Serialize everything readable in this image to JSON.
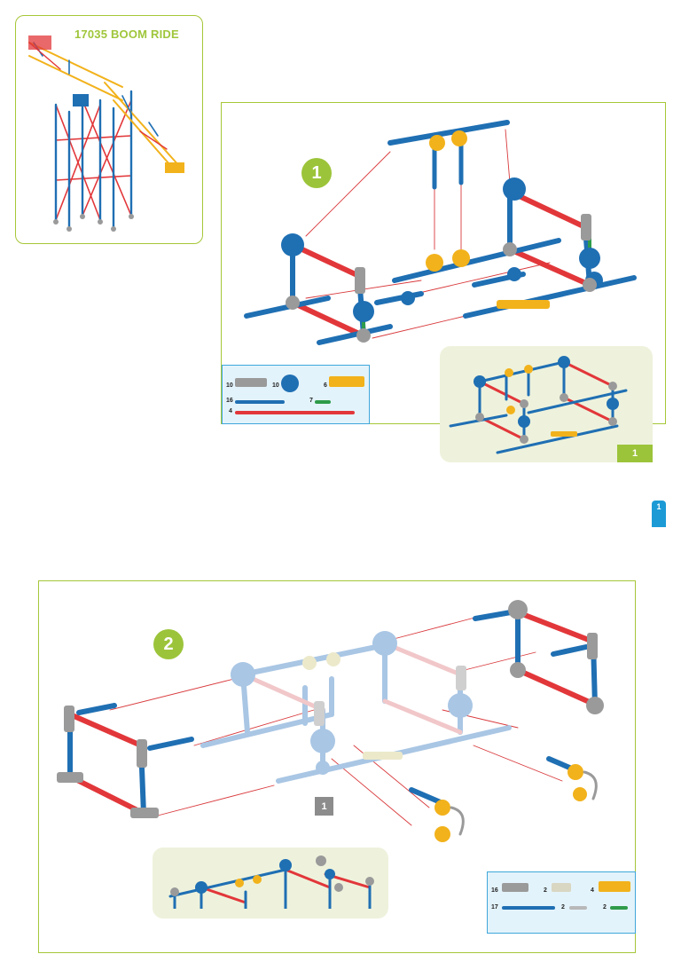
{
  "cover": {
    "title": "17035 BOOM RIDE"
  },
  "step1": {
    "number": "1",
    "preview_label": "1",
    "parts": [
      {
        "qty": "10",
        "part": "gray-connector"
      },
      {
        "qty": "10",
        "part": "blue-connector"
      },
      {
        "qty": "6",
        "part": "yellow-connector"
      },
      {
        "qty": "16",
        "part": "blue-rod"
      },
      {
        "qty": "7",
        "part": "green-rod"
      },
      {
        "qty": "4",
        "part": "red-rod"
      }
    ]
  },
  "page_tab": {
    "number": "1"
  },
  "step2": {
    "number": "2",
    "reference": "1",
    "parts": [
      {
        "qty": "16",
        "part": "gray-connector"
      },
      {
        "qty": "2",
        "part": "white-connector"
      },
      {
        "qty": "4",
        "part": "yellow-connector"
      },
      {
        "qty": "17",
        "part": "blue-rod"
      },
      {
        "qty": "2",
        "part": "gray-rod"
      },
      {
        "qty": "2",
        "part": "green-rod"
      }
    ]
  },
  "colors": {
    "frame_green": "#a6c739",
    "badge_green": "#9cc43a",
    "rod_blue": "#1f6fb3",
    "rod_red": "#e2373a",
    "connector_gray": "#9a9a9a",
    "connector_yellow": "#f2b21b",
    "arrow_red": "#d9393c",
    "page_tab_blue": "#1c9ad6"
  }
}
